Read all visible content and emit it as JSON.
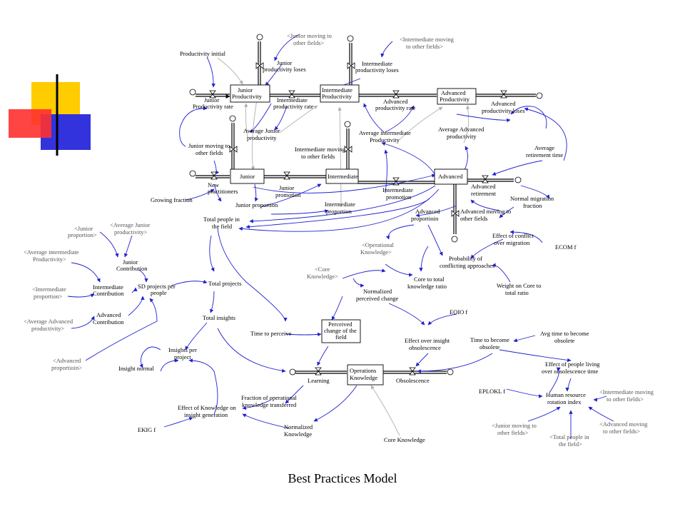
{
  "caption": "Best Practices Model",
  "colors": {
    "link": "#2020d0",
    "shadow_link": "#b0b0b0",
    "flow": "#000000",
    "deco_yellow": "#ffcc00",
    "deco_red": "#ff3030",
    "deco_blue": "#3333dd"
  },
  "stocks": [
    {
      "name": "stock-junior-productivity",
      "lines": [
        "Junior",
        "Productivity"
      ]
    },
    {
      "name": "stock-intermediate-productivity",
      "lines": [
        "Intermediate",
        "Productivity"
      ]
    },
    {
      "name": "stock-advanced-productivity",
      "lines": [
        "Advanced",
        "Productivity"
      ]
    },
    {
      "name": "stock-junior",
      "lines": [
        "Junior"
      ]
    },
    {
      "name": "stock-intermediate",
      "lines": [
        "Intermediate"
      ]
    },
    {
      "name": "stock-advanced",
      "lines": [
        "Advanced"
      ]
    },
    {
      "name": "stock-perceived-change",
      "lines": [
        "Perceived",
        "change of the",
        "field"
      ]
    },
    {
      "name": "stock-operations-knowledge",
      "lines": [
        "Operations",
        "Knowledge"
      ]
    }
  ],
  "labels": [
    {
      "name": "lbl-productivity-initial",
      "lines": [
        "Productivity initial"
      ]
    },
    {
      "name": "lbl-junior-productivity-loses",
      "lines": [
        "Junior",
        "productivity loses"
      ]
    },
    {
      "name": "lbl-junior-productivity-rate",
      "lines": [
        "Junior",
        "Productivity rate"
      ]
    },
    {
      "name": "lbl-intermediate-productivity-rate",
      "lines": [
        "Intermediate",
        "productivity rate"
      ]
    },
    {
      "name": "lbl-intermediate-productivity-loses",
      "lines": [
        "Intermediate",
        "productivity loses"
      ]
    },
    {
      "name": "lbl-advanced-productivity-rate",
      "lines": [
        "Advanced",
        "productivity rate"
      ]
    },
    {
      "name": "lbl-advanced-productivity-loses",
      "lines": [
        "Advanced",
        "productivity loses"
      ]
    },
    {
      "name": "lbl-average-junior-productivity",
      "lines": [
        "Average Junior",
        "productivity"
      ]
    },
    {
      "name": "lbl-average-intermediate-productivity",
      "lines": [
        "Average intermediate",
        "Productivity"
      ]
    },
    {
      "name": "lbl-average-advanced-productivity",
      "lines": [
        "Average Advanced",
        "productivity"
      ]
    },
    {
      "name": "lbl-average-retirement-time",
      "lines": [
        "Average",
        "retirement time"
      ]
    },
    {
      "name": "lbl-junior-moving-to-other-fields",
      "lines": [
        "Junior moving to",
        "other fields"
      ]
    },
    {
      "name": "lbl-intermediate-moving-to-other-fields",
      "lines": [
        "Intermediate moving",
        "to other fields"
      ]
    },
    {
      "name": "lbl-new-practitioners",
      "lines": [
        "New",
        "practitioners"
      ]
    },
    {
      "name": "lbl-junior-promotion",
      "lines": [
        "Junior",
        "promotion"
      ]
    },
    {
      "name": "lbl-intermediate-promotion",
      "lines": [
        "Intermediate",
        "promotion"
      ]
    },
    {
      "name": "lbl-advanced-retirement",
      "lines": [
        "Advanced",
        "retirement"
      ]
    },
    {
      "name": "lbl-growing-fraction",
      "lines": [
        "Growing fraction"
      ]
    },
    {
      "name": "lbl-junior-proportion",
      "lines": [
        "Junior proportion"
      ]
    },
    {
      "name": "lbl-intermediate-proportion",
      "lines": [
        "Intermediate",
        "proportion"
      ]
    },
    {
      "name": "lbl-normal-migration-fraction",
      "lines": [
        "Normal migration",
        "fraction"
      ]
    },
    {
      "name": "lbl-advanced-moving-to-other-fields",
      "lines": [
        "Advanced moving to",
        "other fields"
      ]
    },
    {
      "name": "lbl-total-people-in-the-field",
      "lines": [
        "Total people in",
        "the field"
      ]
    },
    {
      "name": "lbl-advanced-proportion",
      "lines": [
        "Advanced",
        "proportioin"
      ]
    },
    {
      "name": "lbl-effect-of-conflict-over-migration",
      "lines": [
        "Effect of conflict",
        "over migration"
      ]
    },
    {
      "name": "lbl-ecom-f",
      "lines": [
        "ECOM f"
      ]
    },
    {
      "name": "lbl-junior-contribution",
      "lines": [
        "Junior",
        "Contribution"
      ]
    },
    {
      "name": "lbl-intermediate-contribution",
      "lines": [
        "Intermediate",
        "Contribution"
      ]
    },
    {
      "name": "lbl-advanced-contribution",
      "lines": [
        "Advanced",
        "Contribution"
      ]
    },
    {
      "name": "lbl-sd-projects-per-people",
      "lines": [
        "SD projects per",
        "people"
      ]
    },
    {
      "name": "lbl-total-projects",
      "lines": [
        "Total projects"
      ]
    },
    {
      "name": "lbl-total-insights",
      "lines": [
        "Total insights"
      ]
    },
    {
      "name": "lbl-probability-of-conflicting-approaches",
      "lines": [
        "Probability of",
        "conflicting approaches"
      ]
    },
    {
      "name": "lbl-core-to-total-knowledge-ratio",
      "lines": [
        "Core to total",
        "knowledge ratio"
      ]
    },
    {
      "name": "lbl-weight-on-core-to-total-ratio",
      "lines": [
        "Weight on Core to",
        "total ratio"
      ]
    },
    {
      "name": "lbl-normalized-perceived-change",
      "lines": [
        "Normalized",
        "perceived change"
      ]
    },
    {
      "name": "lbl-eoio-f",
      "lines": [
        "EOIO f"
      ]
    },
    {
      "name": "lbl-time-to-perceive",
      "lines": [
        "Time to perceive"
      ]
    },
    {
      "name": "lbl-effect-over-insight-obsolescence",
      "lines": [
        "Effect over insight",
        "obsolescence"
      ]
    },
    {
      "name": "lbl-time-to-become-obsolete",
      "lines": [
        "Time to become",
        "obsolete"
      ]
    },
    {
      "name": "lbl-avg-time-to-become-obsolete",
      "lines": [
        "Avg time to become",
        "obsolete"
      ]
    },
    {
      "name": "lbl-insights-per-project",
      "lines": [
        "Insights per",
        "project"
      ]
    },
    {
      "name": "lbl-insight-normal",
      "lines": [
        "Insight normal"
      ]
    },
    {
      "name": "lbl-effect-of-people-living",
      "lines": [
        "Effect of people living",
        "over obsolescence time"
      ]
    },
    {
      "name": "lbl-learning",
      "lines": [
        "Learning"
      ]
    },
    {
      "name": "lbl-obsolescence",
      "lines": [
        "Obsolescence"
      ]
    },
    {
      "name": "lbl-fraction-of-operational-knowledge",
      "lines": [
        "Fraction of operational",
        "knowledge transferred"
      ]
    },
    {
      "name": "lbl-eplokl-f",
      "lines": [
        "EPLOKL f"
      ]
    },
    {
      "name": "lbl-human-resource-rotation-index",
      "lines": [
        "Human resource",
        "rotation index"
      ]
    },
    {
      "name": "lbl-effect-of-knowledge-on-insight",
      "lines": [
        "Effect of Knowledge on",
        "insight generation"
      ]
    },
    {
      "name": "lbl-ekig-f",
      "lines": [
        "EKIG f"
      ]
    },
    {
      "name": "lbl-normalized-knowledge",
      "lines": [
        "Normalized",
        "Knowledge"
      ]
    },
    {
      "name": "lbl-core-knowledge",
      "lines": [
        "Core Knowledge"
      ]
    }
  ],
  "shadows": [
    {
      "name": "sh-junior-moving-to-other-fields-top",
      "lines": [
        "<Junior moving to",
        "other fields>"
      ]
    },
    {
      "name": "sh-intermediate-moving-to-other-fields-top",
      "lines": [
        "<Intermediate moving",
        "to other fields>"
      ]
    },
    {
      "name": "sh-junior-proportion",
      "lines": [
        "<Junior",
        "proportion>"
      ]
    },
    {
      "name": "sh-average-junior-productivity",
      "lines": [
        "<Average Junior",
        "productivity>"
      ]
    },
    {
      "name": "sh-average-intermediate-productivity",
      "lines": [
        "<Average intermediate",
        "Productivity>"
      ]
    },
    {
      "name": "sh-intermediate-proportion",
      "lines": [
        "<Intermediate",
        "proportion>"
      ]
    },
    {
      "name": "sh-average-advanced-productivity",
      "lines": [
        "<Average Advanced",
        "productivity>"
      ]
    },
    {
      "name": "sh-advanced-proportion",
      "lines": [
        "<Advanced",
        "proportioin>"
      ]
    },
    {
      "name": "sh-operational-knowledge",
      "lines": [
        "<Operational",
        "Knowledge>"
      ]
    },
    {
      "name": "sh-core-knowledge",
      "lines": [
        "<Core",
        "Knowledge>"
      ]
    },
    {
      "name": "sh-intermediate-moving-to-other-fields-bottom",
      "lines": [
        "<Intermediate moving",
        "to other fields>"
      ]
    },
    {
      "name": "sh-junior-moving-to-other-fields-bottom",
      "lines": [
        "<Junior moving to",
        "other fields>"
      ]
    },
    {
      "name": "sh-total-people-in-the-field",
      "lines": [
        "<Total people in",
        "the field>"
      ]
    },
    {
      "name": "sh-advanced-moving-to-other-fields",
      "lines": [
        "<Advanced moving",
        "to other fields>"
      ]
    }
  ]
}
